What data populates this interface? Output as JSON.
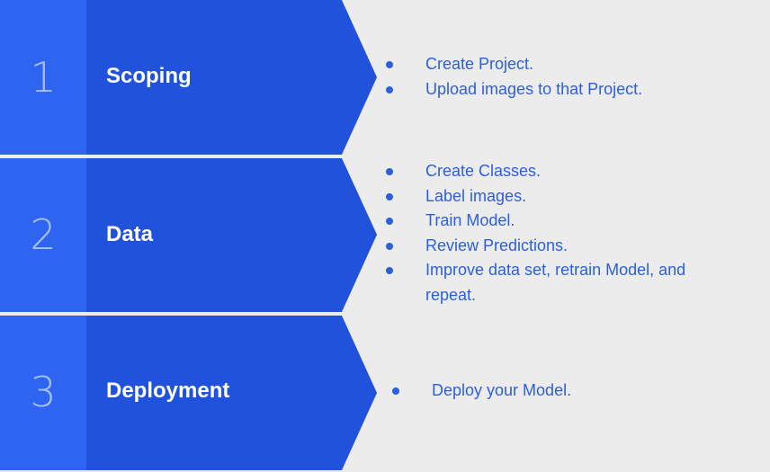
{
  "colors": {
    "background": "#ececec",
    "number_column": "#2d64f0",
    "chevron": "#2152db",
    "number_text": "#a9c0ff",
    "title_text": "#ffffff",
    "task_text": "#2c5ee0"
  },
  "stages": [
    {
      "number": "1",
      "title": "Scoping",
      "tasks": [
        "Create Project.",
        "Upload images to that Project."
      ]
    },
    {
      "number": "2",
      "title": "Data",
      "tasks": [
        "Create Classes.",
        "Label images.",
        "Train Model.",
        "Review Predictions.",
        "Improve data set, retrain Model, and repeat."
      ]
    },
    {
      "number": "3",
      "title": "Deployment",
      "tasks": [
        "Deploy your Model."
      ]
    }
  ]
}
